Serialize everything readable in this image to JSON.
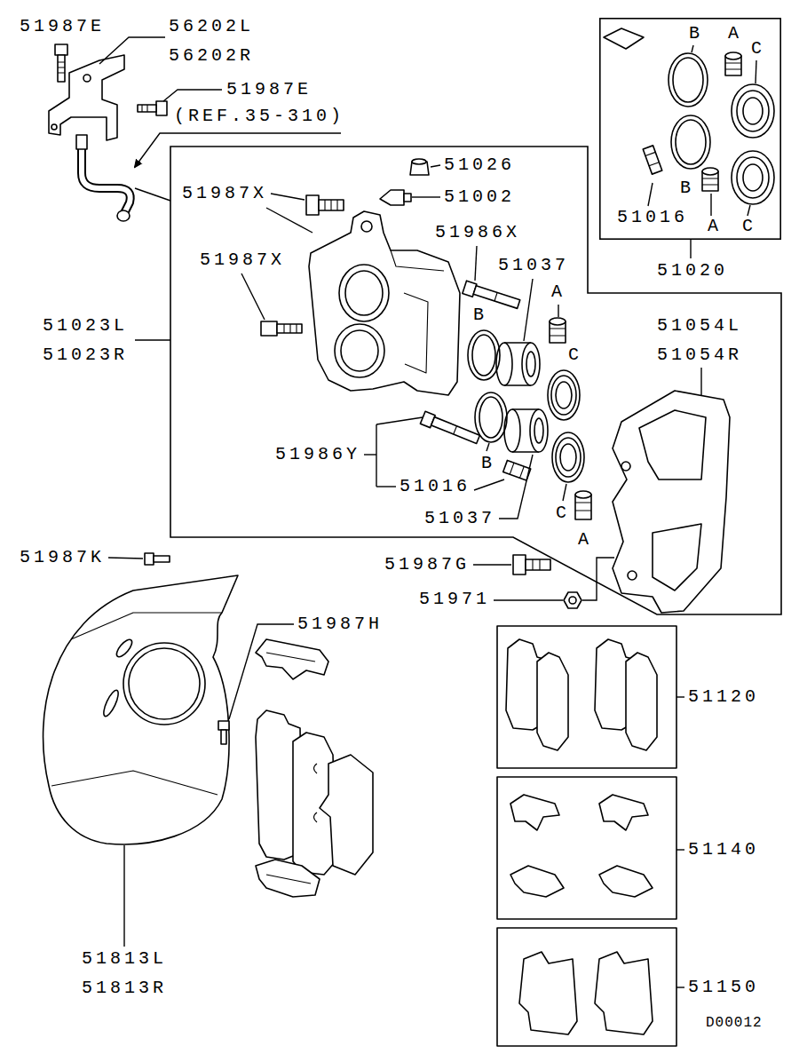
{
  "diagram": {
    "nodes": [
      {
        "text": [
          "B",
          "A",
          "C",
          "B",
          "51016",
          "A",
          "C",
          "51020"
        ]
      },
      {
        "text": [
          "51023L",
          "51023R",
          "51987X",
          "51026",
          "51002",
          "51987X",
          "51986X",
          "51037",
          "A",
          "B",
          "C",
          "51054L",
          "51054R",
          "51986Y",
          "51016",
          "B",
          "51037",
          "C",
          "A"
        ]
      }
    ],
    "edges": [],
    "labels": [
      "51987E",
      "56202L",
      "56202R",
      "51987E",
      "(REF.35-310)",
      "51987K",
      "51987H",
      "51987G",
      "51971",
      "51120",
      "51140",
      "51150",
      "51813L",
      "51813R",
      "D00012"
    ]
  }
}
